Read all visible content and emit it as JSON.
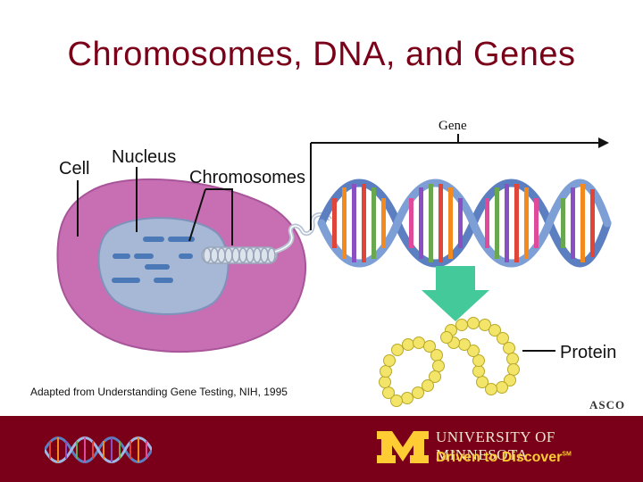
{
  "slide": {
    "title": "Chromosomes, DNA, and Genes"
  },
  "labels": {
    "cell": "Cell",
    "nucleus": "Nucleus",
    "chromosomes": "Chromosomes",
    "gene": "Gene",
    "protein": "Protein"
  },
  "credit": "Adapted from Understanding Gene Testing, NIH, 1995",
  "source_logo": "ASCO",
  "footer": {
    "university_name": "UNIVERSITY OF MINNESOTA",
    "tagline": "Driven to Discover",
    "tagline_mark": "SM"
  },
  "colors": {
    "brand_maroon": "#7a0019",
    "brand_gold": "#ffcc33",
    "cell": "#c86fb4",
    "nucleus": "#a7b7d6",
    "chromosome": "#4b79b7",
    "arrow": "#43c99a",
    "protein_bead": "#f3e56a"
  }
}
